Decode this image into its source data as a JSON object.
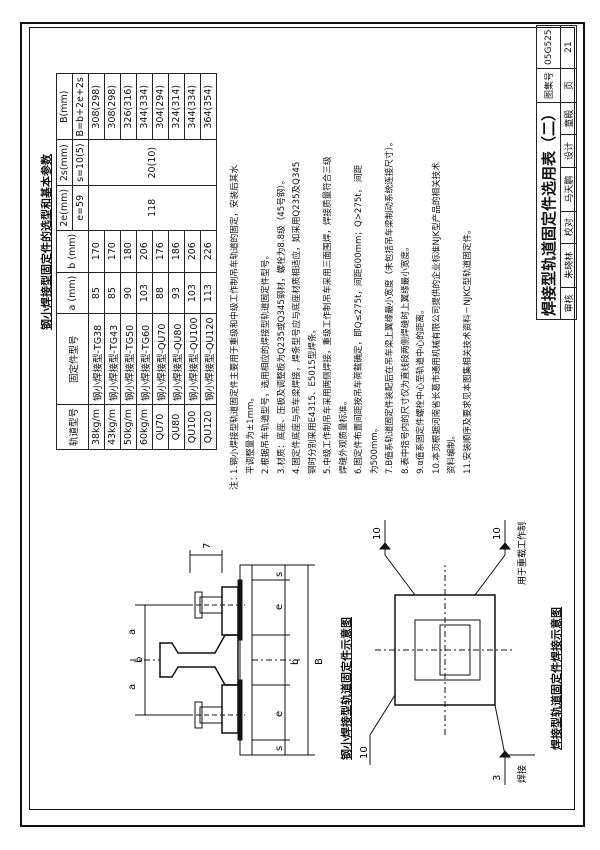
{
  "drawing1": {
    "title": "钢小焊接型轨道固定件示意图",
    "dim_a": "a",
    "dim_b_top": "b",
    "dim_e": "e",
    "dim_s": "s",
    "dim_B": "B",
    "dim_7": "7"
  },
  "drawing2": {
    "title": "焊接型轨道固定件焊接示意图",
    "weld_3": "3",
    "weld_10a": "10",
    "weld_10b": "10",
    "weld_10c": "10",
    "anchor_label": "焊接",
    "note_label": "用于重载工作制"
  },
  "table": {
    "title": "钢小焊接型固定件的选型和基本参数",
    "headers": {
      "rail": "轨道型号",
      "fixing": "固定件型号",
      "a": "a (mm)",
      "b": "b (mm)",
      "two_e": "2e(mm)",
      "two_e_sub": "e=59",
      "two_s": "2s(mm)",
      "two_s_sub": "s=10(5)",
      "B": "B(mm)",
      "B_sub": "B=b+2e+2s"
    },
    "rows": [
      {
        "rail": "38kg/m",
        "fixing": "钢小焊接型-TG38",
        "a": "85",
        "b": "170",
        "B": "308(298)"
      },
      {
        "rail": "43kg/m",
        "fixing": "钢小焊接型-TG43",
        "a": "85",
        "b": "170",
        "B": "308(298)"
      },
      {
        "rail": "50kg/m",
        "fixing": "钢小焊接型-TG50",
        "a": "90",
        "b": "180",
        "B": "326(316)"
      },
      {
        "rail": "60kg/m",
        "fixing": "钢小焊接型-TG60",
        "a": "103",
        "b": "206",
        "B": "344(334)"
      },
      {
        "rail": "QU70",
        "fixing": "钢小焊接型-QU70",
        "a": "88",
        "b": "176",
        "B": "304(294)"
      },
      {
        "rail": "QU80",
        "fixing": "钢小焊接型-QU80",
        "a": "93",
        "b": "186",
        "B": "324(314)"
      },
      {
        "rail": "QU100",
        "fixing": "钢小焊接型-QU100",
        "a": "103",
        "b": "206",
        "B": "344(334)"
      },
      {
        "rail": "QU120",
        "fixing": "钢小焊接型-QU120",
        "a": "113",
        "b": "226",
        "B": "364(354)"
      }
    ],
    "merged_2e": "118",
    "merged_2s": "20(10)"
  },
  "notes": {
    "label": "注：",
    "lines": [
      "1.钢小焊接型轨道固定件主要用于重级和中级工作制吊车轨道的固定，安装后其水",
      "  平调整量为±1mm。",
      "2.根据吊车轨道型号，选用相应的焊接型轨道固定件型号。",
      "3.材质：底座、压板及调整板为Q235或Q345钢材，螺栓为8.8级（45号钢）。",
      "4.固定件底座与吊车梁焊接，焊条型号应与底座材质相适应，如采用Q235及Q345",
      "  钢时分别采用E4315、E5015型焊条。",
      "5.中级工作制吊车采用两侧焊接，重级工作制吊车采用三面围焊，焊接质量符合三级",
      "  焊缝外观质量标准。",
      "6.固定件布置间距按吊车荷载确定，即Q≤275t，间距600mm；Q>275t，  间距",
      "  为500mm。",
      "7.B值系轨道固定件装配后在吊车梁上翼缘最小宽度（未包括吊车梁制动系统连接尺寸）。",
      "8.表中括号内的尺寸仅为直线段两侧焊缝时上翼缘最小宽度。",
      "9.α值系固定件螺栓中心至轨道中心的距离。",
      "10.本页根据河南省长葛市通用机械有限公司提供的企业标准NJK型产品的相关技术",
      "  资料编制。",
      "11.安装顺序及要求见本图集相关技术资料－NJKC型轨道固定件。"
    ]
  },
  "title_block": {
    "drawing_title": "焊接型轨道固定件选用表（二）",
    "atlas_label": "图集号",
    "atlas_no": "05G525",
    "page_label": "页",
    "page_no": "21",
    "review_label": "审核",
    "reviewer": "朱晓林",
    "check_label": "校对",
    "checker": "马天鹏",
    "design_label": "设计",
    "designer": "童殿"
  }
}
